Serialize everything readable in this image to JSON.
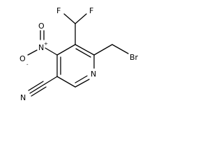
{
  "molecule": {
    "atoms": {
      "f_left": "F",
      "f_right": "F",
      "n_nitro": "N",
      "n_nitro_charge": "+",
      "o_minus": "O",
      "o_minus_charge": "-",
      "o_double": "O",
      "br": "Br",
      "n_ring": "N",
      "n_nitrile": "N"
    }
  }
}
